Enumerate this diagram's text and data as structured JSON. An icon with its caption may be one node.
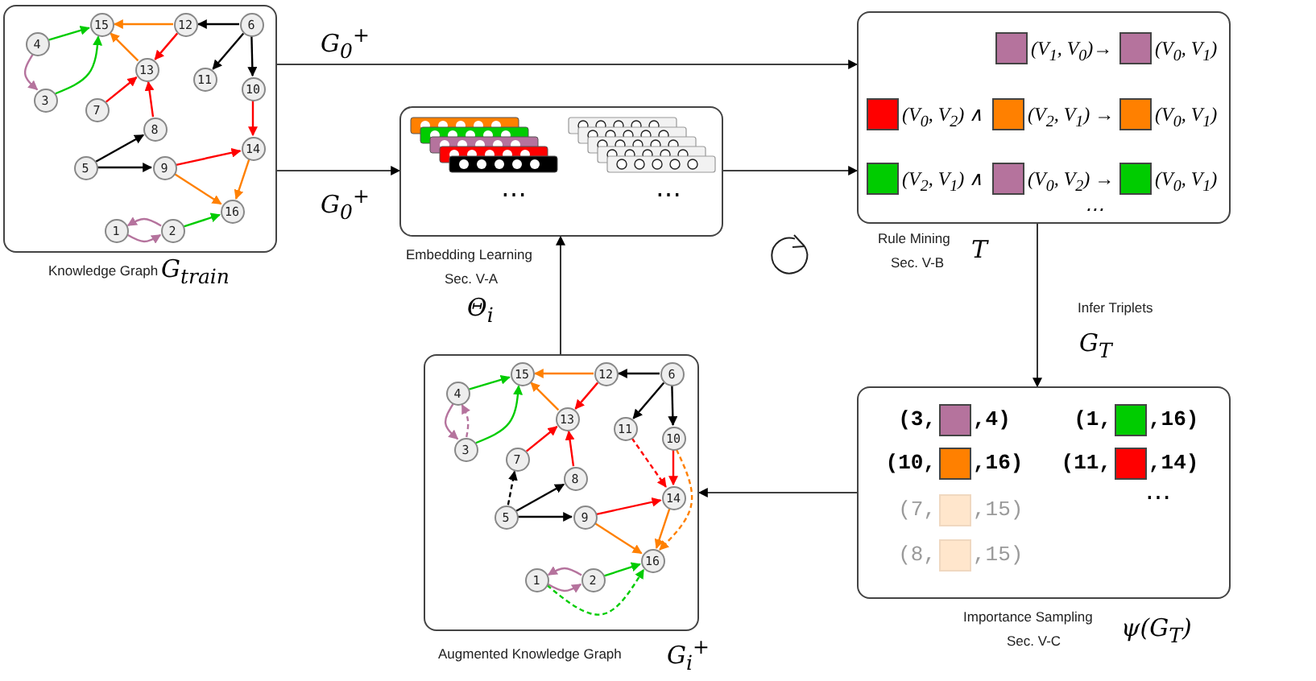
{
  "diagram": {
    "nodes": [
      {
        "text": [],
        "shape": "box",
        "beside": [
          "Knowledge Graph",
          "G$_{train}$"
        ]
      },
      {
        "text": [
          "1"
        ],
        "in": 0
      },
      {
        "text": [
          "2"
        ],
        "in": 0
      },
      {
        "text": [
          "3"
        ],
        "in": 0
      },
      {
        "text": [
          "4"
        ],
        "in": 0
      },
      {
        "text": [
          "5"
        ],
        "in": 0
      },
      {
        "text": [
          "6"
        ],
        "in": 0
      },
      {
        "text": [
          "7"
        ],
        "in": 0
      },
      {
        "text": [
          "8"
        ],
        "in": 0
      },
      {
        "text": [
          "9"
        ],
        "in": 0
      },
      {
        "text": [
          "10"
        ],
        "in": 0
      },
      {
        "text": [
          "11"
        ],
        "in": 0
      },
      {
        "text": [
          "12"
        ],
        "in": 0
      },
      {
        "text": [
          "13"
        ],
        "in": 0
      },
      {
        "text": [
          "14"
        ],
        "in": 0
      },
      {
        "text": [
          "15"
        ],
        "in": 0
      },
      {
        "text": [
          "16"
        ],
        "in": 0
      },
      {
        "text": [
          "⋯",
          "⋯"
        ],
        "beside": [
          "Embedding Learning",
          "Sec. V-A",
          "Θ$_{i}$"
        ]
      },
      {
        "text": [
          "(V$_{1}$, V$_{0}$)→",
          "(V$_{0}$, V$_{1}$)",
          "(V$_{0}$, V$_{2}$) ∧",
          "(V$_{2}$, V$_{1}$) →",
          "(V$_{0}$, V$_{1}$)",
          "(V$_{2}$, V$_{1}$) ∧",
          "(V$_{0}$, V$_{2}$) →",
          "(V$_{0}$, V$_{1}$)",
          "⋯"
        ],
        "beside": [
          "Rule Mining",
          "Sec. V-B",
          "T"
        ]
      },
      {
        "text": [
          "(3,",
          ",4)",
          "(1,",
          ",16)",
          "(10,",
          ",16)",
          "(11,",
          ",14)",
          "⋯",
          "(7,",
          ",15)",
          "(8,",
          ",15)"
        ],
        "beside": [
          "Importance Sampling",
          "Sec. V-C",
          "ψ(G$_{T}$)"
        ]
      },
      {
        "text": [],
        "shape": "box",
        "beside": [
          "Augmented Knowledge Graph",
          "G$_{i}$$^{+}$"
        ]
      },
      {
        "text": [
          "1"
        ],
        "in": 20
      },
      {
        "text": [
          "2"
        ],
        "in": 20
      },
      {
        "text": [
          "3"
        ],
        "in": 20
      },
      {
        "text": [
          "4"
        ],
        "in": 20
      },
      {
        "text": [
          "5"
        ],
        "in": 20
      },
      {
        "text": [
          "6"
        ],
        "in": 20
      },
      {
        "text": [
          "7"
        ],
        "in": 20
      },
      {
        "text": [
          "8"
        ],
        "in": 20
      },
      {
        "text": [
          "9"
        ],
        "in": 20
      },
      {
        "text": [
          "10"
        ],
        "in": 20
      },
      {
        "text": [
          "11"
        ],
        "in": 20
      },
      {
        "text": [
          "12"
        ],
        "in": 20
      },
      {
        "text": [
          "13"
        ],
        "in": 20
      },
      {
        "text": [
          "14"
        ],
        "in": 20
      },
      {
        "text": [
          "15"
        ],
        "in": 20
      },
      {
        "text": [
          "16"
        ],
        "in": 20
      }
    ],
    "edges": [
      {
        "from": 0,
        "to": 18,
        "arrow": "to",
        "label": "G$_{0}$$^{+}$"
      },
      {
        "from": 0,
        "to": 17,
        "arrow": "to",
        "label": "G$_{0}$$^{+}$"
      },
      {
        "from": 17,
        "to": 18,
        "arrow": "to"
      },
      {
        "from": 18,
        "to": 19,
        "arrow": "to",
        "label": "Infer Triplets"
      },
      {
        "from": 19,
        "to": 20,
        "arrow": "to"
      },
      {
        "from": 20,
        "to": 17,
        "arrow": "to"
      },
      {
        "from": 4,
        "to": 15,
        "arrow": "to",
        "color": "#00cc00"
      },
      {
        "from": 4,
        "to": 3,
        "arrow": "to",
        "color": "#b5739d"
      },
      {
        "from": 3,
        "to": 15,
        "arrow": "to",
        "color": "#00cc00"
      },
      {
        "from": 12,
        "to": 15,
        "arrow": "to",
        "color": "#ff8000"
      },
      {
        "from": 6,
        "to": 12,
        "arrow": "to"
      },
      {
        "from": 12,
        "to": 13,
        "arrow": "to",
        "color": "#ff0000"
      },
      {
        "from": 13,
        "to": 15,
        "arrow": "to",
        "color": "#ff8000"
      },
      {
        "from": 6,
        "to": 11,
        "arrow": "to"
      },
      {
        "from": 6,
        "to": 10,
        "arrow": "to"
      },
      {
        "from": 10,
        "to": 14,
        "arrow": "to",
        "color": "#ff0000"
      },
      {
        "from": 7,
        "to": 13,
        "arrow": "to",
        "color": "#ff0000"
      },
      {
        "from": 8,
        "to": 13,
        "arrow": "to",
        "color": "#ff0000"
      },
      {
        "from": 5,
        "to": 8,
        "arrow": "to"
      },
      {
        "from": 5,
        "to": 9,
        "arrow": "to"
      },
      {
        "from": 9,
        "to": 14,
        "arrow": "to",
        "color": "#ff0000"
      },
      {
        "from": 9,
        "to": 16,
        "arrow": "to",
        "color": "#ff8000"
      },
      {
        "from": 14,
        "to": 16,
        "arrow": "to",
        "color": "#ff8000"
      },
      {
        "from": 1,
        "to": 2,
        "arrow": "to",
        "color": "#b5739d"
      },
      {
        "from": 2,
        "to": 1,
        "arrow": "to",
        "color": "#b5739d"
      },
      {
        "from": 2,
        "to": 16,
        "arrow": "to",
        "color": "#00cc00"
      },
      {
        "from": 24,
        "to": 35,
        "arrow": "to",
        "color": "#00cc00"
      },
      {
        "from": 24,
        "to": 23,
        "arrow": "to",
        "color": "#b5739d"
      },
      {
        "from": 23,
        "to": 35,
        "arrow": "to",
        "color": "#00cc00"
      },
      {
        "from": 32,
        "to": 35,
        "arrow": "to",
        "color": "#ff8000"
      },
      {
        "from": 26,
        "to": 32,
        "arrow": "to"
      },
      {
        "from": 32,
        "to": 33,
        "arrow": "to",
        "color": "#ff0000"
      },
      {
        "from": 33,
        "to": 35,
        "arrow": "to",
        "color": "#ff8000"
      },
      {
        "from": 26,
        "to": 31,
        "arrow": "to"
      },
      {
        "from": 26,
        "to": 30,
        "arrow": "to"
      },
      {
        "from": 30,
        "to": 34,
        "arrow": "to",
        "color": "#ff0000"
      },
      {
        "from": 27,
        "to": 33,
        "arrow": "to",
        "color": "#ff0000"
      },
      {
        "from": 28,
        "to": 33,
        "arrow": "to",
        "color": "#ff0000"
      },
      {
        "from": 25,
        "to": 28,
        "arrow": "to"
      },
      {
        "from": 25,
        "to": 29,
        "arrow": "to"
      },
      {
        "from": 29,
        "to": 34,
        "arrow": "to",
        "color": "#ff0000"
      },
      {
        "from": 29,
        "to": 36,
        "arrow": "to",
        "color": "#ff8000"
      },
      {
        "from": 34,
        "to": 36,
        "arrow": "to",
        "color": "#ff8000"
      },
      {
        "from": 21,
        "to": 22,
        "arrow": "to",
        "color": "#b5739d"
      },
      {
        "from": 22,
        "to": 21,
        "arrow": "to",
        "color": "#b5739d"
      },
      {
        "from": 22,
        "to": 36,
        "arrow": "to",
        "color": "#00cc00"
      },
      {
        "from": 23,
        "to": 24,
        "arrow": "to",
        "style": "dashed",
        "color": "#b5739d"
      },
      {
        "from": 25,
        "to": 27,
        "arrow": "to",
        "style": "dashed"
      },
      {
        "from": 31,
        "to": 34,
        "arrow": "to",
        "style": "dashed",
        "color": "#ff0000"
      },
      {
        "from": 30,
        "to": 36,
        "arrow": "to",
        "style": "dashed",
        "color": "#ff8000"
      },
      {
        "from": 21,
        "to": 36,
        "arrow": "to",
        "style": "dashed",
        "color": "#00cc00"
      }
    ],
    "labels": [
      "G$_{T}$"
    ]
  }
}
